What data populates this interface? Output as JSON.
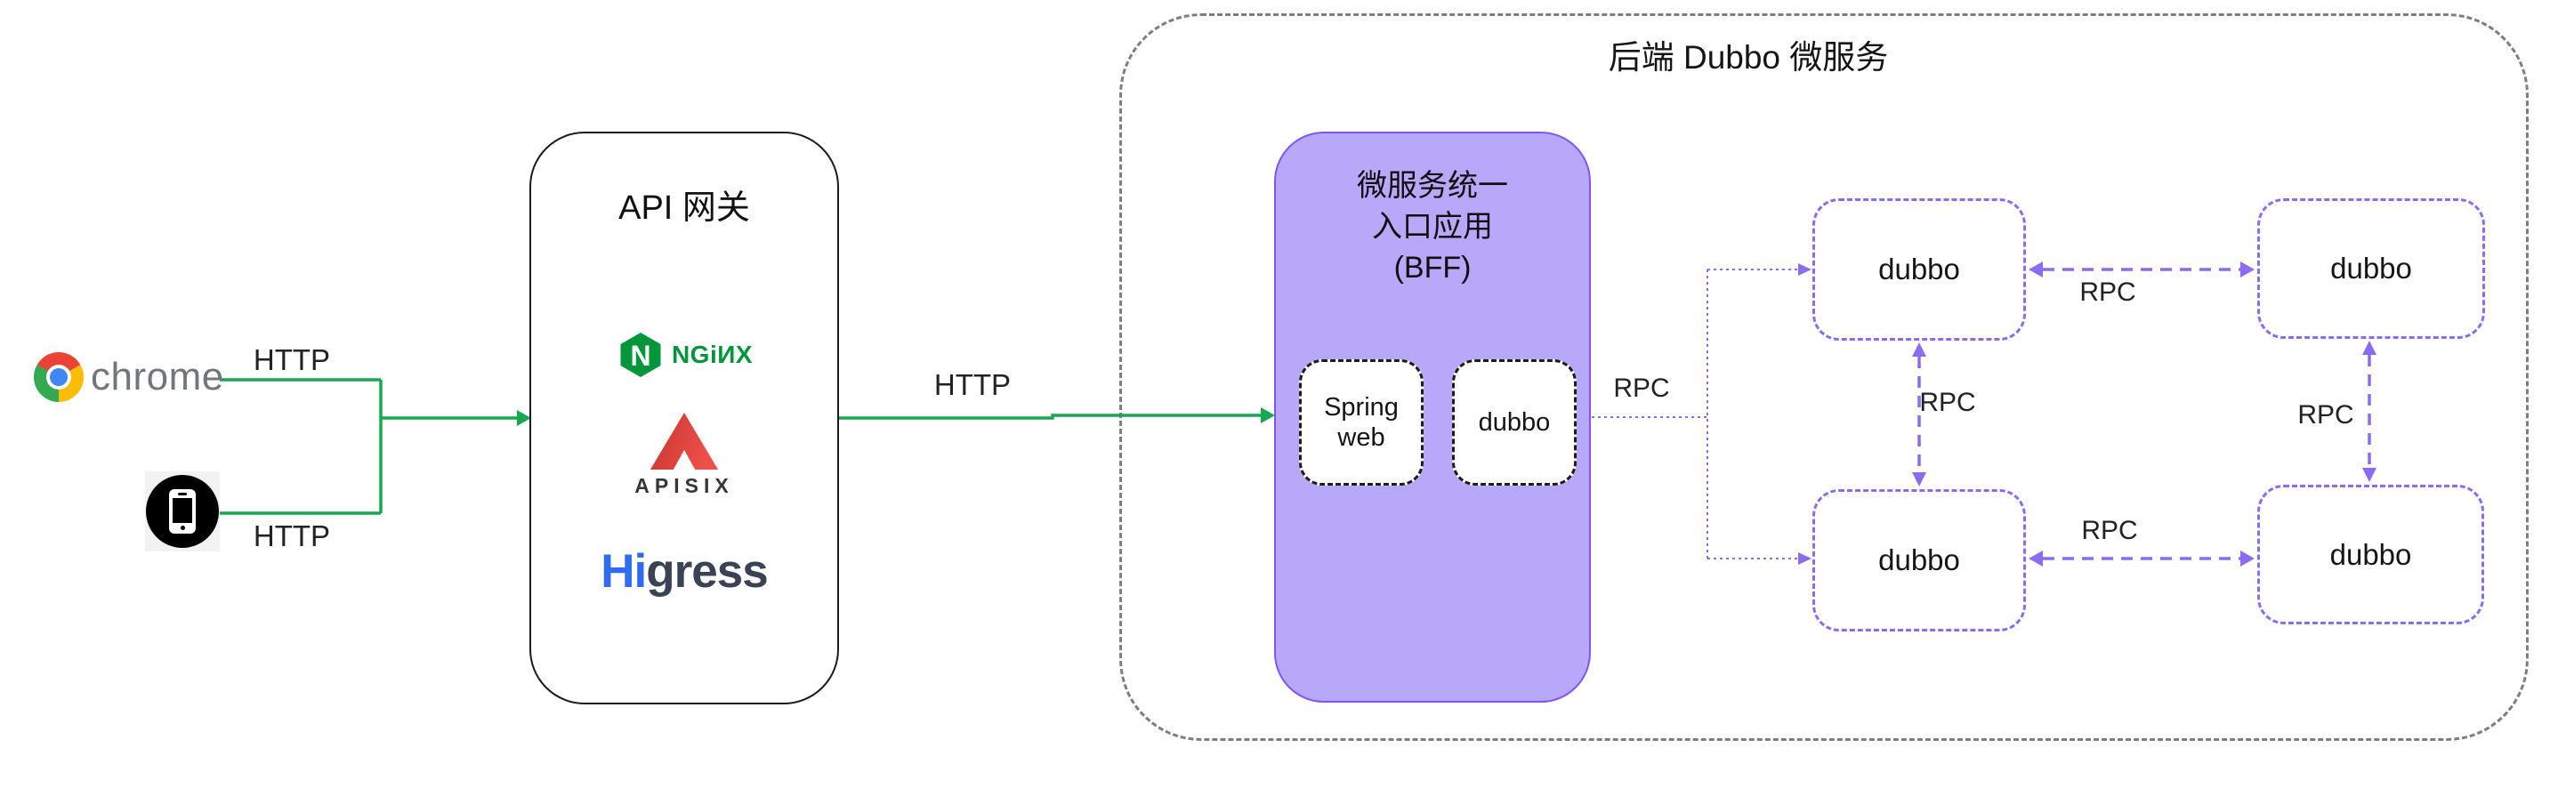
{
  "colors": {
    "green": "#16a94f",
    "purple": "#8b6cf0",
    "purple-fill": "#b8a8fa",
    "purple-border": "#8155f0",
    "gray-dash": "#7e7e7e",
    "ink": "#222222",
    "chrome-gray": "#71767b",
    "nginx-green": "#009639",
    "apisix-red": "#e4413c",
    "apisix-ink": "#33373b",
    "higress-blue": "#2e6bf2",
    "higress-ink": "#3a4354",
    "box-border": "#1b1b1b"
  },
  "clients": {
    "browser": {
      "label": "chrome"
    },
    "phone": {
      "name": "mobile-phone"
    }
  },
  "edges": {
    "http_browser": "HTTP",
    "http_phone": "HTTP",
    "http_gateway": "HTTP"
  },
  "gateway": {
    "title": "API 网关",
    "nginx": {
      "name": "NGINX",
      "initial": "N",
      "wordmark": "NGiИX"
    },
    "apisix": {
      "name": "APISIX",
      "wordmark": "APISIX"
    },
    "higress": {
      "name": "Higress",
      "wordmark_head": "Hi",
      "wordmark_tail": "gress"
    }
  },
  "backend": {
    "title": "后端 Dubbo 微服务",
    "bff": {
      "title_line1": "微服务统一",
      "title_line2": "入口应用",
      "title_line3": "(BFF)",
      "modules": [
        "Spring web",
        "dubbo"
      ]
    },
    "services": [
      "dubbo",
      "dubbo",
      "dubbo",
      "dubbo"
    ],
    "rpc": {
      "gateway": "RPC",
      "top": "RPC",
      "left": "RPC",
      "bottom": "RPC",
      "right": "RPC"
    }
  }
}
